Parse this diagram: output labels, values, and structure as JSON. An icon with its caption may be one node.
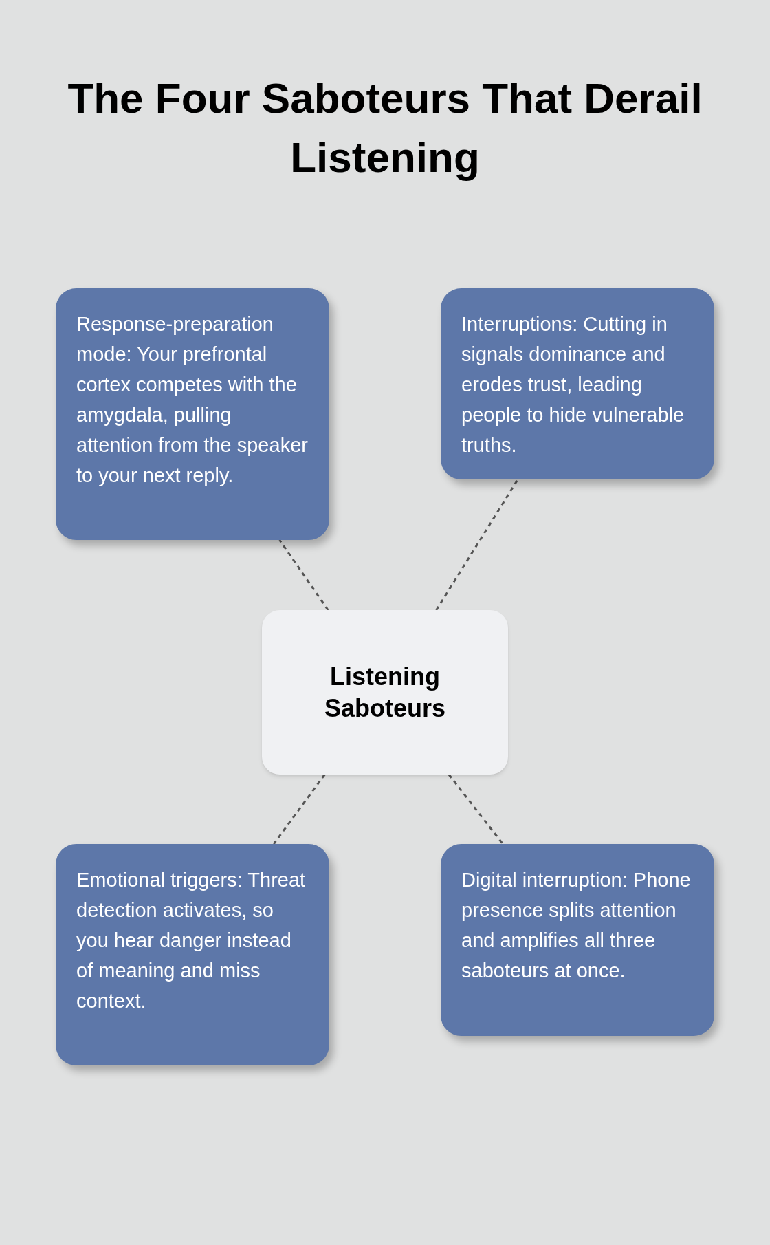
{
  "diagram": {
    "title": "The Four Saboteurs That Derail Listening",
    "nodes": [
      {
        "text": [
          "Response-preparation mode: Your prefrontal cortex competes with the amygdala, pulling attention from the speaker to your next reply."
        ]
      },
      {
        "text": [
          "Interruptions: Cutting in signals dominance and erodes trust, leading people to hide vulnerable truths."
        ]
      },
      {
        "text": [
          "Listening Saboteurs"
        ]
      },
      {
        "text": [
          "Emotional triggers: Threat detection activates, so you hear danger instead of meaning and miss context."
        ]
      },
      {
        "text": [
          "Digital interruption: Phone presence splits attention and amplifies all three saboteurs at once."
        ]
      }
    ],
    "edges": [
      {
        "from": 2,
        "to": 0,
        "arrow": "none",
        "style": "dashed"
      },
      {
        "from": 2,
        "to": 1,
        "arrow": "none",
        "style": "dashed"
      },
      {
        "from": 2,
        "to": 3,
        "arrow": "none",
        "style": "dashed"
      },
      {
        "from": 2,
        "to": 4,
        "arrow": "none",
        "style": "dashed"
      }
    ]
  }
}
